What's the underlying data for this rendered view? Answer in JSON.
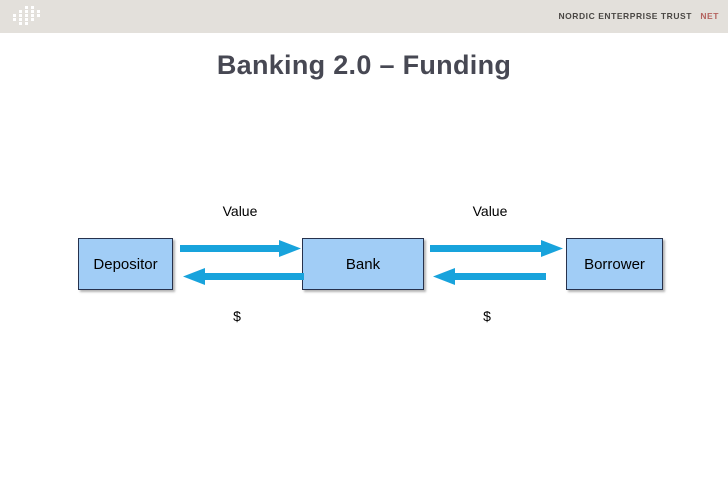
{
  "header": {
    "logo_icon": "lattice-dots-logo",
    "brand_name": "NORDIC ENTERPRISE TRUST",
    "brand_abbr": "NET",
    "band_color": "#e3e0db",
    "brand_color": "#4a4744",
    "abbr_color": "#b4625e"
  },
  "slide": {
    "title": "Banking 2.0 – Funding",
    "title_color": "#474853",
    "background": "#ffffff"
  },
  "diagram": {
    "type": "flow",
    "node_fill": "#a1cdf6",
    "node_border": "#27324d",
    "arrow_color": "#18a3dc",
    "nodes": [
      {
        "id": "depositor",
        "label": "Depositor"
      },
      {
        "id": "bank",
        "label": "Bank"
      },
      {
        "id": "borrower",
        "label": "Borrower"
      }
    ],
    "flows": [
      {
        "id": "depositor-bank",
        "top_label": "Value",
        "bottom_label": "$",
        "forward_direction": "right",
        "reverse_direction": "left"
      },
      {
        "id": "bank-borrower",
        "top_label": "Value",
        "bottom_label": "$",
        "forward_direction": "right",
        "reverse_direction": "left"
      }
    ]
  }
}
